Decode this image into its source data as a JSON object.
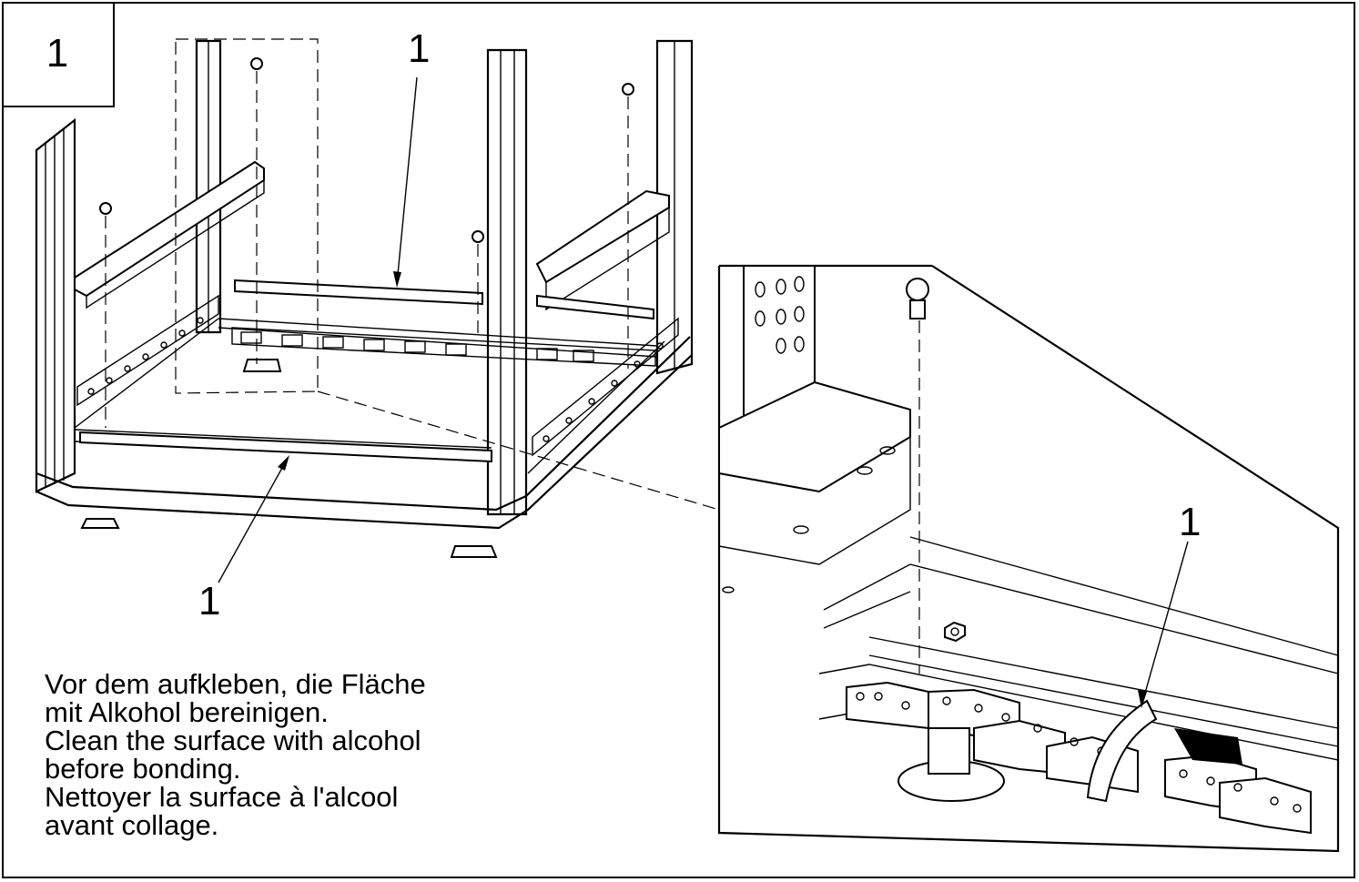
{
  "figure": {
    "step_number": "1",
    "callouts": {
      "top": "1",
      "bottom_left": "1",
      "detail": "1"
    },
    "note_lines": [
      "Vor dem aufkleben, die Fläche",
      "mit Alkohol bereinigen.",
      "Clean the surface with alcohol",
      "before bonding.",
      "Nettoyer la surface à l'alcool",
      "avant collage."
    ]
  }
}
